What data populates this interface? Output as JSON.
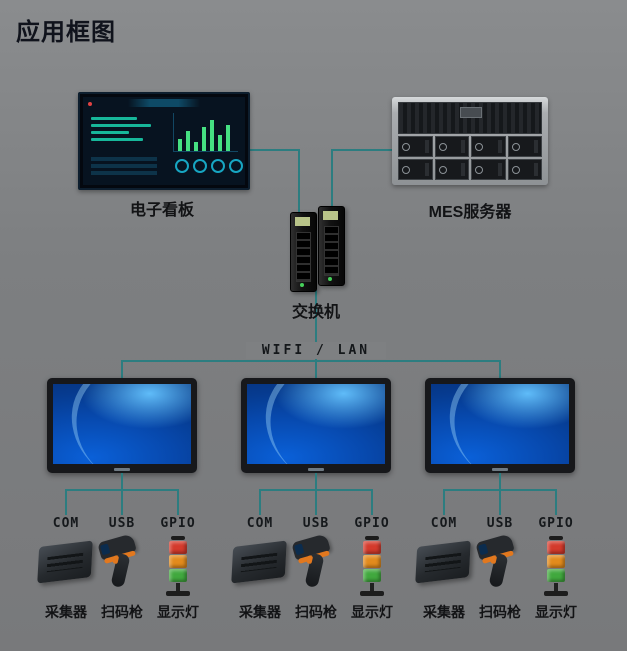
{
  "title": "应用框图",
  "diagram": {
    "dashboard_label": "电子看板",
    "server_label": "MES服务器",
    "switch_label": "交换机",
    "network_label": "WIFI / LAN"
  },
  "colors": {
    "background": "#7d7f81",
    "connector": "#2c7d80",
    "text": "#121315"
  },
  "stations": [
    {
      "ports": {
        "com": "COM",
        "usb": "USB",
        "gpio": "GPIO"
      },
      "devices": {
        "collector": "采集器",
        "scanner": "扫码枪",
        "light": "显示灯"
      }
    },
    {
      "ports": {
        "com": "COM",
        "usb": "USB",
        "gpio": "GPIO"
      },
      "devices": {
        "collector": "采集器",
        "scanner": "扫码枪",
        "light": "显示灯"
      }
    },
    {
      "ports": {
        "com": "COM",
        "usb": "USB",
        "gpio": "GPIO"
      },
      "devices": {
        "collector": "采集器",
        "scanner": "扫码枪",
        "light": "显示灯"
      }
    }
  ]
}
